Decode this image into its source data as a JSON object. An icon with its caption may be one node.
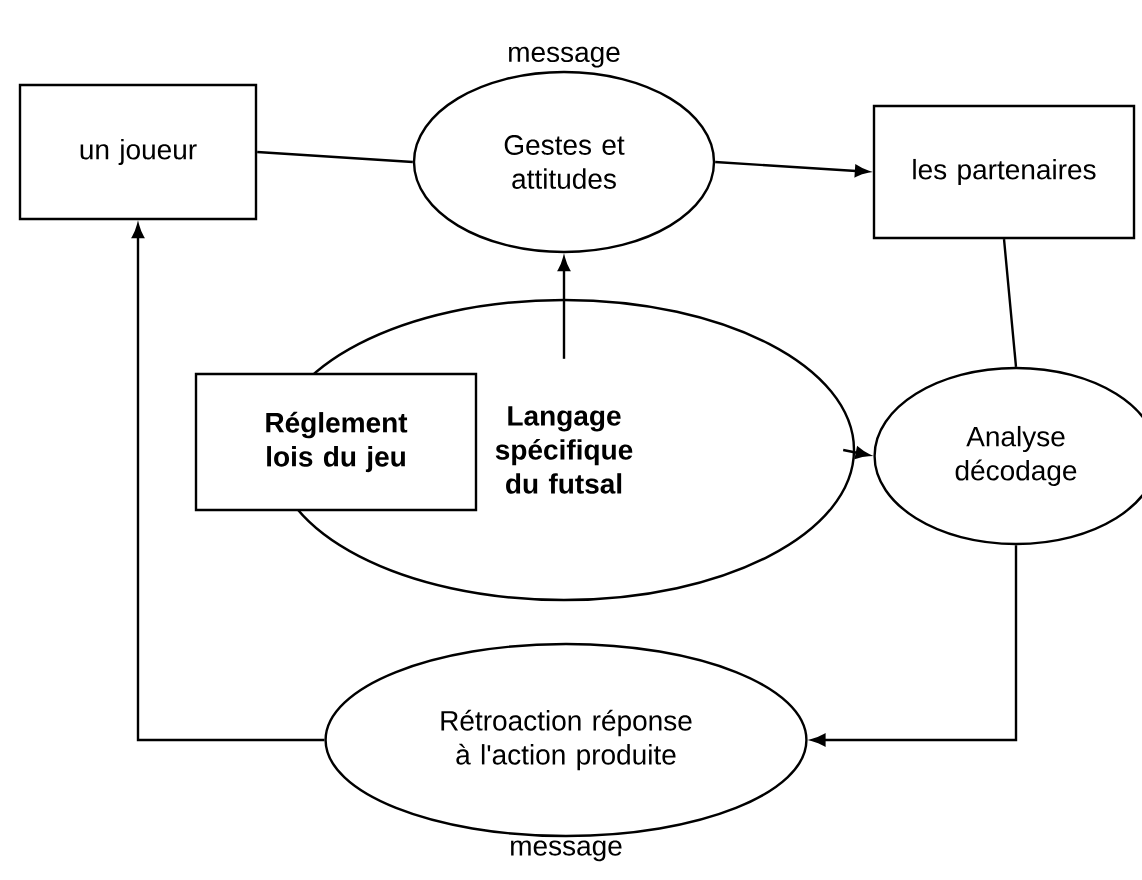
{
  "diagram": {
    "nodes": [
      {
        "text": [
          "un joueur"
        ]
      },
      {
        "text": [
          "Gestes et attitudes"
        ],
        "beside": [
          "message"
        ]
      },
      {
        "text": [
          "les partenaires"
        ]
      },
      {
        "text": [
          "Langage spécifique du futsal"
        ]
      },
      {
        "text": [
          "Réglement lois du jeu"
        ]
      },
      {
        "text": [
          "Analyse décodage"
        ]
      },
      {
        "text": [
          "Rétroaction réponse à l'action produite"
        ],
        "beside": [
          "message"
        ]
      }
    ],
    "edges": [
      {
        "from": 0,
        "to": 1,
        "arrow": "none"
      },
      {
        "from": 1,
        "to": 2,
        "arrow": "to"
      },
      {
        "from": 3,
        "to": 1,
        "arrow": "to"
      },
      {
        "from": 3,
        "to": 5,
        "arrow": "to"
      },
      {
        "from": 2,
        "to": 5,
        "arrow": "none"
      },
      {
        "from": 5,
        "to": 6,
        "arrow": "to"
      },
      {
        "from": 6,
        "to": 0,
        "arrow": "to"
      }
    ]
  }
}
